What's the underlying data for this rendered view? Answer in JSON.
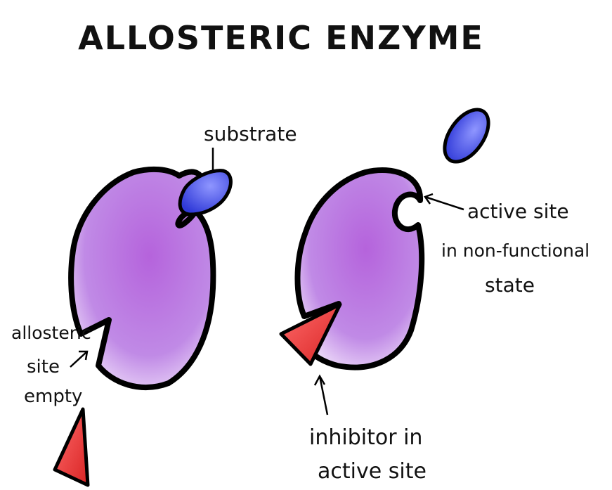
{
  "title": "ALLOSTERIC ENZYME",
  "labels": {
    "substrate": "substrate",
    "allosteric_site_line1": "allosteric",
    "allosteric_site_line2": "site",
    "allosteric_site_line3": "empty",
    "active_site_line1": "active site",
    "active_site_line2": "in non-functional",
    "active_site_line3": "state",
    "inhibitor_line1": "inhibitor in",
    "inhibitor_line2": "active site"
  },
  "colors": {
    "enzyme_fill": "#b774e0",
    "enzyme_light": "#e6cbf5",
    "substrate": "#3b46e6",
    "inhibitor": "#e8383b",
    "outline": "#000000"
  }
}
